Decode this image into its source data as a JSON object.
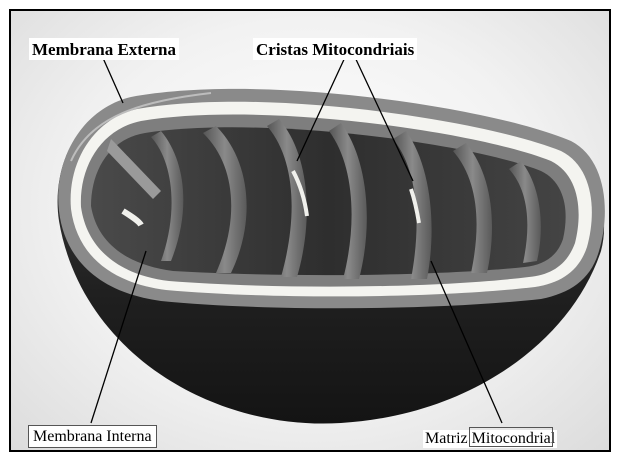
{
  "labels": {
    "outer_membrane": "Membrana Externa",
    "cristae": "Cristas Mitocondriais",
    "inner_membrane": "Membrana Interna",
    "matrix": "Matriz Mitocondrial"
  },
  "colors": {
    "label_background": "#ffffff",
    "outer_body_dark": "#2a2a2a",
    "membrane_mid": "#7a7a7a",
    "membrane_light": "#f4f4f0",
    "interior_dark": "#3a3a3a",
    "line_color": "#000000"
  }
}
